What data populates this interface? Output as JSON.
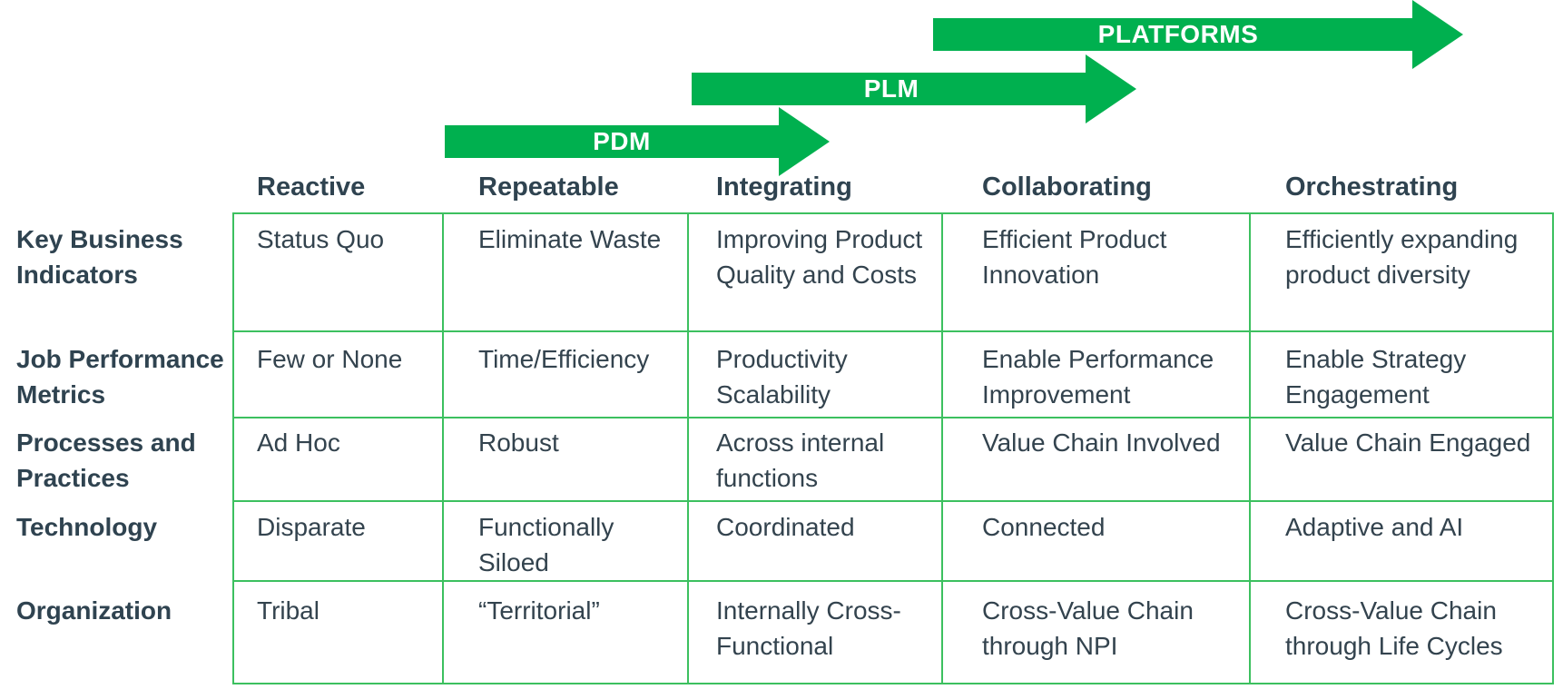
{
  "arrows": [
    {
      "label": "PDM"
    },
    {
      "label": "PLM"
    },
    {
      "label": "PLATFORMS"
    }
  ],
  "columns": [
    "Reactive",
    "Repeatable",
    "Integrating",
    "Collaborating",
    "Orchestrating"
  ],
  "rows": [
    {
      "label": "Key Business Indicators",
      "cells": [
        "Status Quo",
        "Eliminate Waste",
        "Improving Product Quality and Costs",
        "Efficient Product Innovation",
        "Efficiently expanding product diversity"
      ]
    },
    {
      "label": "Job Performance Metrics",
      "cells": [
        "Few or None",
        "Time/Efficiency",
        "Productivity Scalability",
        "Enable Performance Improvement",
        "Enable Strategy Engagement"
      ]
    },
    {
      "label": "Processes and Practices",
      "cells": [
        "Ad Hoc",
        "Robust",
        "Across internal functions",
        "Value Chain Involved",
        "Value Chain Engaged"
      ]
    },
    {
      "label": "Technology",
      "cells": [
        "Disparate",
        "Functionally Siloed",
        "Coordinated",
        "Connected",
        "Adaptive and AI"
      ]
    },
    {
      "label": "Organization",
      "cells": [
        "Tribal",
        "“Territorial”",
        "Internally Cross-Functional",
        "Cross-Value Chain through NPI",
        "Cross-Value Chain through Life Cycles"
      ]
    }
  ],
  "colors": {
    "accent": "#00b04f",
    "text": "#2f4350",
    "grid": "#3cc05f"
  }
}
